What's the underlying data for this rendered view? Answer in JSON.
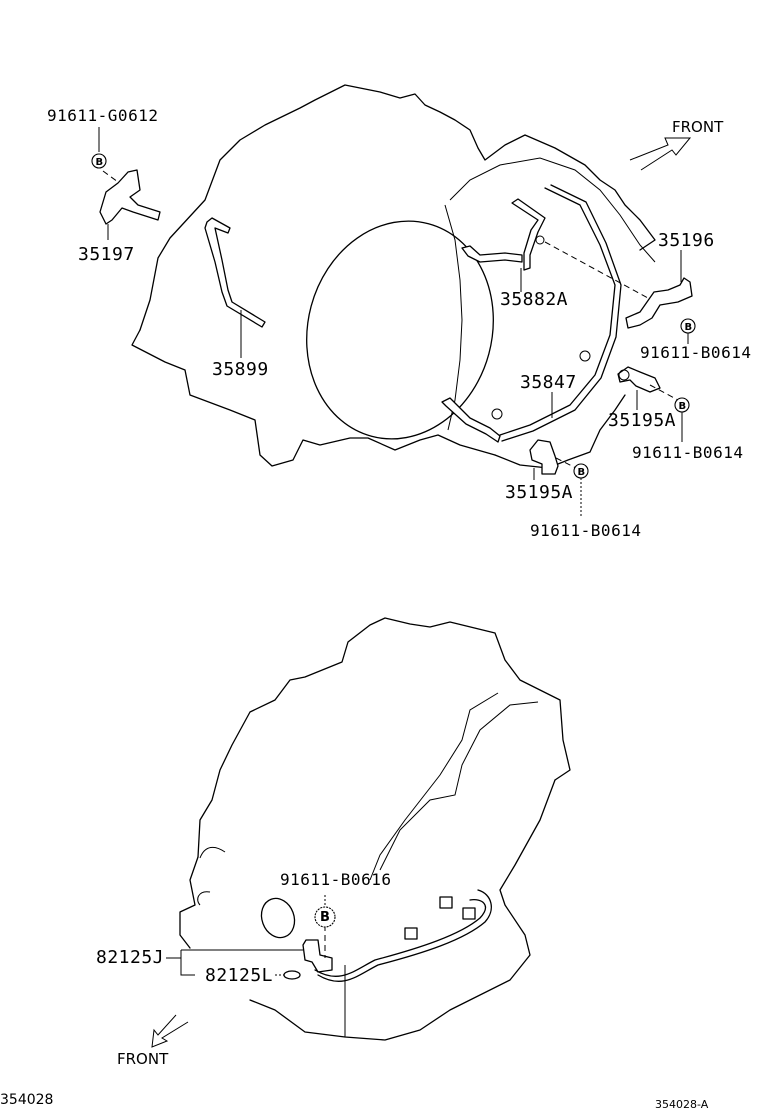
{
  "diagram": {
    "type": "exploded parts diagram",
    "views": [
      {
        "id": "upper",
        "direction_label": "FRONT",
        "callouts": {
          "bolt_top_left": "91611-G0612",
          "bracket_left": "35197",
          "tube_left": "35899",
          "tube_center": "35882A",
          "bracket_right": "35196",
          "bolt_right_upper": "91611-B0614",
          "tube_lower": "35847",
          "clamp_right": "35195A",
          "bolt_right_lower": "91611-B0614",
          "clamp_bottom": "35195A",
          "bolt_bottom": "91611-B0614"
        },
        "bolt_marker": "B"
      },
      {
        "id": "lower",
        "direction_label": "FRONT",
        "callouts": {
          "bolt_sensor": "91611-B0616",
          "sensor_assembly": "82125J",
          "sensor_oring": "82125L"
        },
        "bolt_marker": "B"
      }
    ],
    "footer": {
      "ref_left": "354028",
      "ref_right": "354028-A"
    }
  }
}
